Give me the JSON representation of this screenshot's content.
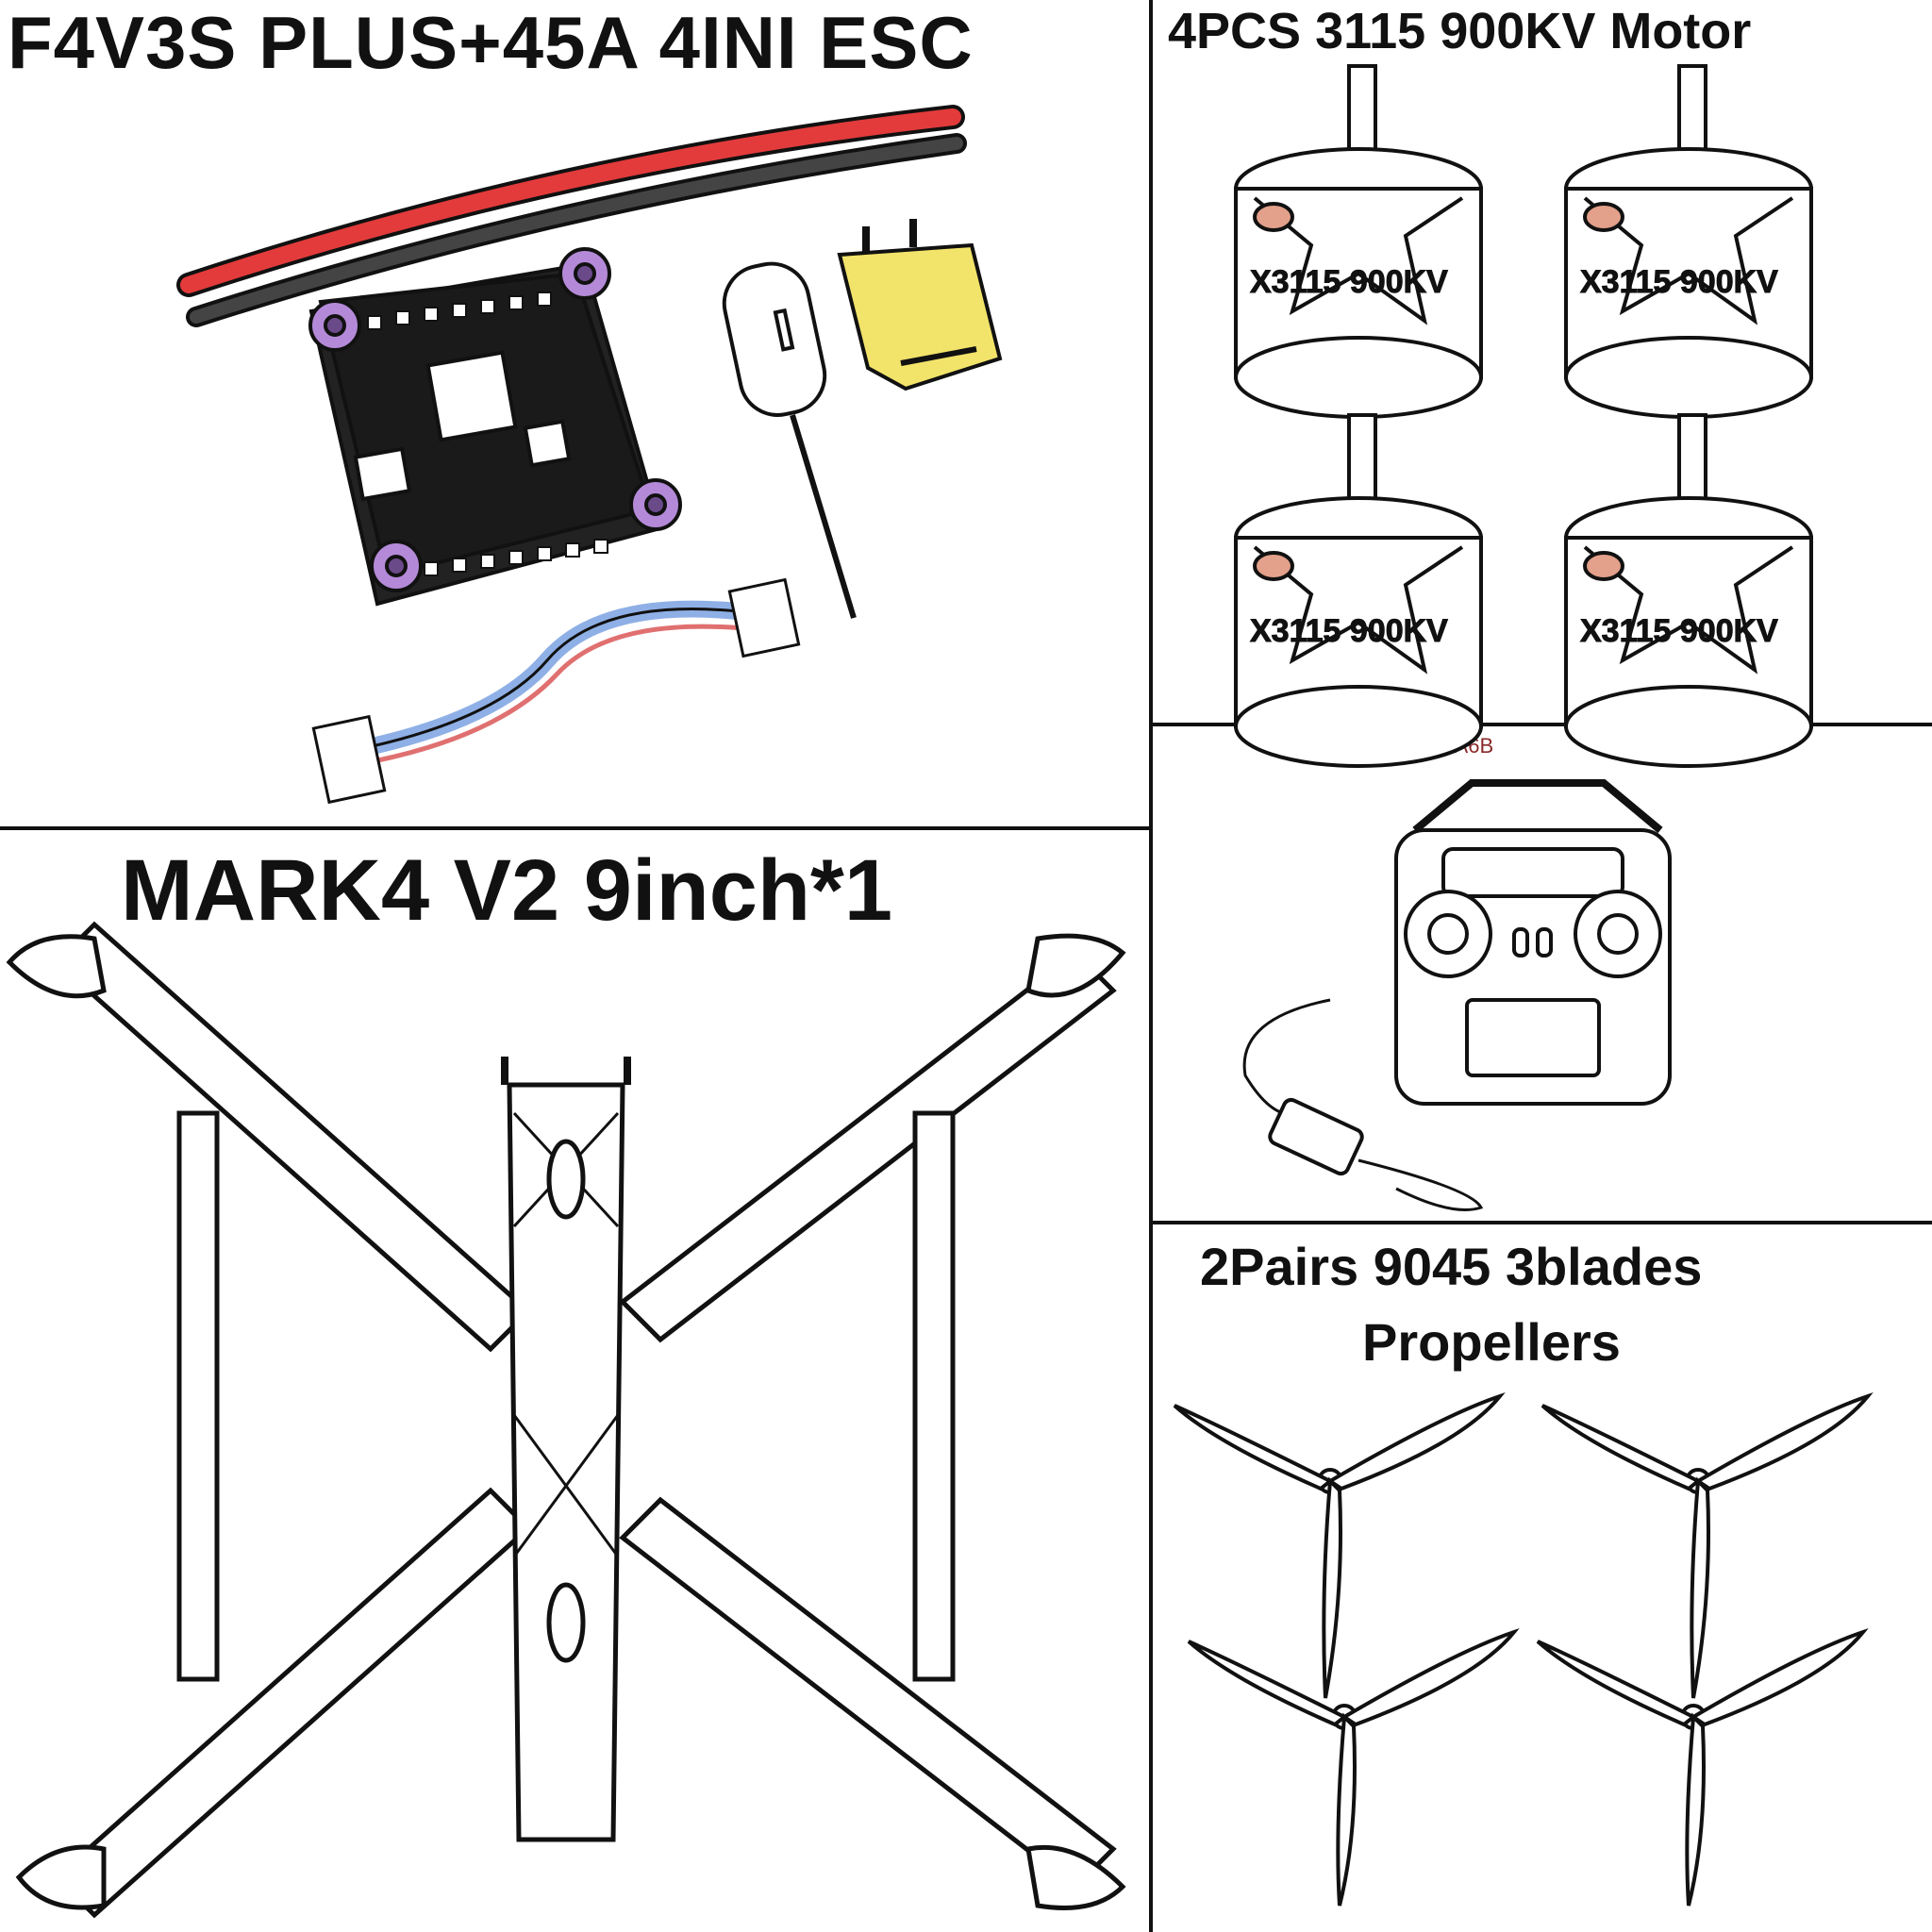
{
  "panels": {
    "esc": {
      "title": "F4V3S PLUS+45A 4INI ESC"
    },
    "motor": {
      "title": "4PCS 3115 900KV Motor",
      "motor_label": "X3115 900KV"
    },
    "radio": {
      "model": "FS-IA6B"
    },
    "frame": {
      "title": "MARK4 V2 9inch*1"
    },
    "propellers": {
      "title_line1": "2Pairs 9045 3blades",
      "title_line2": "Propellers"
    }
  },
  "colors": {
    "line": "#111111",
    "wire_red": "#e33b3b",
    "wire_black": "#333333",
    "standoff_purple": "#b48ad8",
    "connector_yellow": "#f2e36a",
    "ribbon_blue": "#8fb0e6"
  }
}
